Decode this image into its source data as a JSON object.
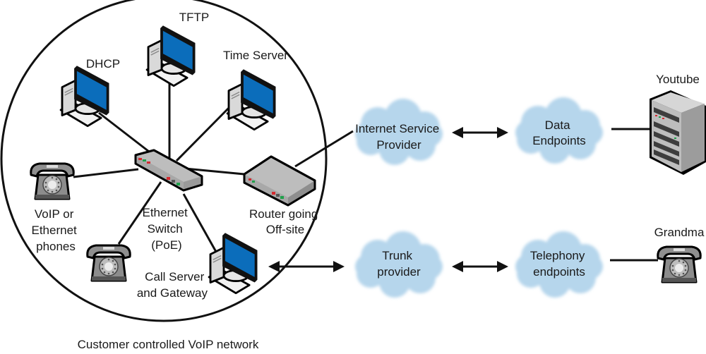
{
  "diagram": {
    "title": "Customer controlled VoIP network",
    "nodes": {
      "tftp": {
        "label": [
          "TFTP"
        ],
        "type": "computer"
      },
      "dhcp": {
        "label": [
          "DHCP"
        ],
        "type": "computer"
      },
      "time_server": {
        "label": [
          "Time Server"
        ],
        "type": "computer"
      },
      "switch": {
        "label": [
          "Ethernet",
          "Switch",
          "(PoE)"
        ],
        "type": "switch"
      },
      "router": {
        "label": [
          "Router going",
          "Off-site"
        ],
        "type": "router"
      },
      "phones": {
        "label": [
          "VoIP or",
          "Ethernet",
          "phones"
        ],
        "type": "phone"
      },
      "call_server": {
        "label": [
          "Call Server",
          "and Gateway"
        ],
        "type": "computer"
      },
      "isp": {
        "label": [
          "Internet Service",
          "Provider"
        ],
        "type": "cloud"
      },
      "data_endpoints": {
        "label": [
          "Data",
          "Endpoints"
        ],
        "type": "cloud"
      },
      "youtube": {
        "label": [
          "Youtube"
        ],
        "type": "server"
      },
      "trunk": {
        "label": [
          "Trunk",
          "provider"
        ],
        "type": "cloud"
      },
      "telephony": {
        "label": [
          "Telephony",
          "endpoints"
        ],
        "type": "cloud"
      },
      "grandma": {
        "label": [
          "Grandma"
        ],
        "type": "phone"
      }
    },
    "connections": [
      {
        "from": "switch",
        "to": "dhcp",
        "style": "line"
      },
      {
        "from": "switch",
        "to": "tftp",
        "style": "line"
      },
      {
        "from": "switch",
        "to": "time_server",
        "style": "line"
      },
      {
        "from": "switch",
        "to": "router",
        "style": "line"
      },
      {
        "from": "switch",
        "to": "phones",
        "style": "line"
      },
      {
        "from": "switch",
        "to": "call_server",
        "style": "line"
      },
      {
        "from": "router",
        "to": "isp",
        "style": "line"
      },
      {
        "from": "isp",
        "to": "data_endpoints",
        "style": "double-arrow"
      },
      {
        "from": "data_endpoints",
        "to": "youtube",
        "style": "line"
      },
      {
        "from": "call_server",
        "to": "trunk",
        "style": "double-arrow"
      },
      {
        "from": "trunk",
        "to": "telephony",
        "style": "double-arrow"
      },
      {
        "from": "telephony",
        "to": "grandma",
        "style": "line"
      }
    ],
    "colors": {
      "screen_blue": "#0b6dbb",
      "cloud_blue": "#b6d6ec",
      "device_gray": "#b3b3b3",
      "phone_gray": "#8c8c8c",
      "led_red": "#d42a2f",
      "led_green": "#1fa04a"
    }
  }
}
